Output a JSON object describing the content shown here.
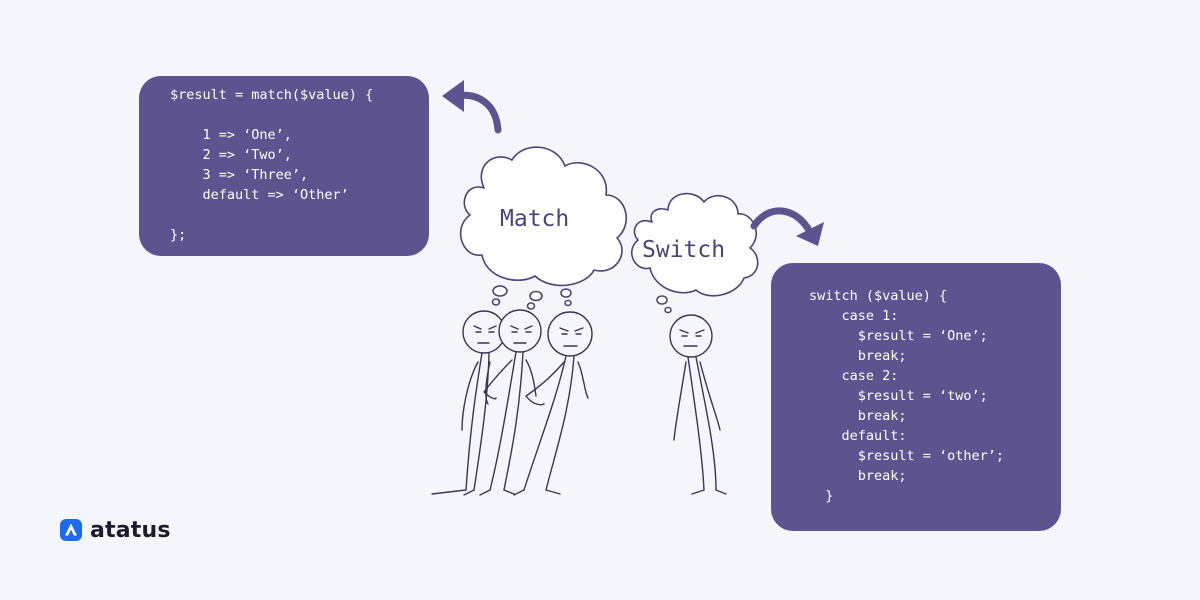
{
  "match_snippet": {
    "lines": [
      "$result = match($value) {",
      "",
      "    1 => ‘One’,",
      "    2 => ‘Two’,",
      "    3 => ‘Three’,",
      "    default => ‘Other’",
      "",
      "};"
    ]
  },
  "switch_snippet": {
    "lines": [
      "switch ($value) {",
      "    case 1:",
      "      $result = ‘One’;",
      "      break;",
      "    case 2:",
      "      $result = ‘two’;",
      "      break;",
      "    default:",
      "      $result = ‘other’;",
      "      break;",
      "  }"
    ]
  },
  "thoughts": {
    "match": "Match",
    "switch": "Switch"
  },
  "brand": {
    "name": "atatus",
    "icon": "atatus-logo-icon"
  },
  "colors": {
    "background": "#f5f6fb",
    "code_box": "#5d538e",
    "code_text": "#ffffff",
    "ink": "#4a4478",
    "logo_blue": "#1f6bf0"
  }
}
